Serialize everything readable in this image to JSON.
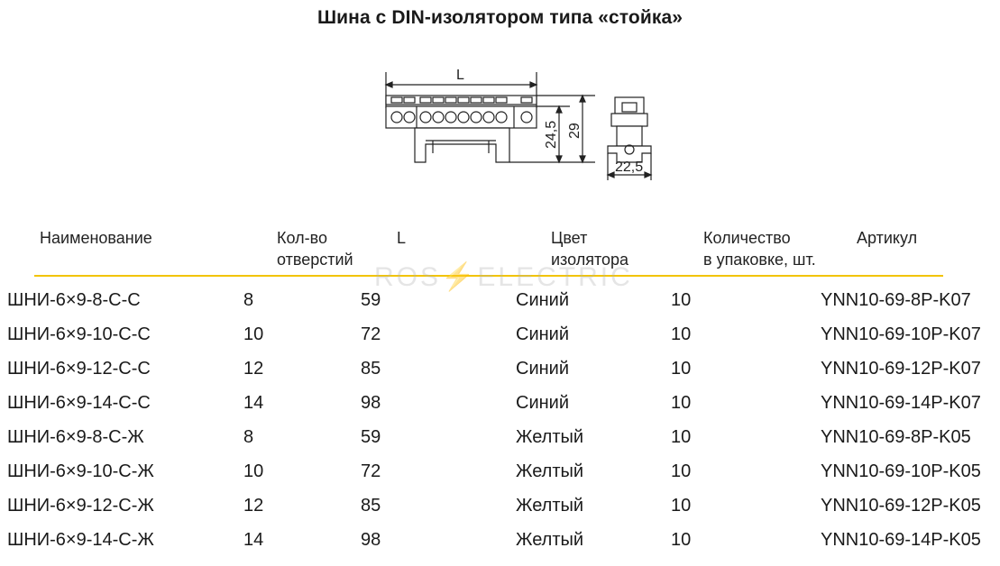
{
  "title": "Шина с DIN-изолятором типа «стойка»",
  "drawing": {
    "dim_length": "L",
    "dim_height_inner": "24,5",
    "dim_height_outer": "29",
    "dim_width": "22,5"
  },
  "watermark": {
    "left": "ROS",
    "bolt": "⚡",
    "right": "ELECTRIC"
  },
  "table": {
    "headers": {
      "name": "Наименование",
      "holes_line1": "Кол-во",
      "holes_line2": "отверстий",
      "length": "L",
      "color_line1": "Цвет",
      "color_line2": "изолятора",
      "qty_line1": "Количество",
      "qty_line2": "в упаковке, шт.",
      "article": "Артикул"
    },
    "rows": [
      {
        "name": "ШНИ-6×9-8-С-С",
        "holes": "8",
        "length": "59",
        "color": "Синий",
        "qty": "10",
        "article": "YNN10-69-8P-K07"
      },
      {
        "name": "ШНИ-6×9-10-С-С",
        "holes": "10",
        "length": "72",
        "color": "Синий",
        "qty": "10",
        "article": "YNN10-69-10P-K07"
      },
      {
        "name": "ШНИ-6×9-12-С-С",
        "holes": "12",
        "length": "85",
        "color": "Синий",
        "qty": "10",
        "article": "YNN10-69-12P-K07"
      },
      {
        "name": "ШНИ-6×9-14-С-С",
        "holes": "14",
        "length": "98",
        "color": "Синий",
        "qty": "10",
        "article": "YNN10-69-14P-K07"
      },
      {
        "name": "ШНИ-6×9-8-С-Ж",
        "holes": "8",
        "length": "59",
        "color": "Желтый",
        "qty": "10",
        "article": "YNN10-69-8P-K05"
      },
      {
        "name": "ШНИ-6×9-10-С-Ж",
        "holes": "10",
        "length": "72",
        "color": "Желтый",
        "qty": "10",
        "article": "YNN10-69-10P-K05"
      },
      {
        "name": "ШНИ-6×9-12-С-Ж",
        "holes": "12",
        "length": "85",
        "color": "Желтый",
        "qty": "10",
        "article": "YNN10-69-12P-K05"
      },
      {
        "name": "ШНИ-6×9-14-С-Ж",
        "holes": "14",
        "length": "98",
        "color": "Желтый",
        "qty": "10",
        "article": "YNN10-69-14P-K05"
      }
    ]
  },
  "colors": {
    "rule": "#f2c400",
    "text": "#1a1a1a"
  }
}
